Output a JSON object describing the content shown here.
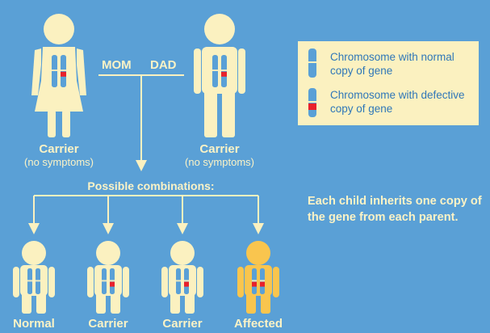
{
  "parents": {
    "link_label_mom": "MOM",
    "link_label_dad": "DAD",
    "mom": {
      "label": "Carrier",
      "sublabel": "(no symptoms)"
    },
    "dad": {
      "label": "Carrier",
      "sublabel": "(no symptoms)"
    }
  },
  "combinations_title": "Possible combinations:",
  "children": [
    {
      "label": "Normal",
      "affected": false,
      "defective_copies": 0
    },
    {
      "label": "Carrier",
      "affected": false,
      "defective_copies": 1
    },
    {
      "label": "Carrier",
      "affected": false,
      "defective_copies": 1
    },
    {
      "label": "Affected",
      "affected": true,
      "defective_copies": 2
    }
  ],
  "legend": {
    "normal": "Chromosome with normal copy of gene",
    "defective": "Chromosome with defective copy of gene"
  },
  "note": "Each child inherits one copy of the gene from each parent.",
  "colors": {
    "background": "#5aa0d6",
    "figure": "#fbf1c0",
    "affected_figure": "#f9c54e",
    "chromosome": "#5aa0d6",
    "defect": "#e8212b",
    "text_light": "#fbf3c6",
    "legend_text": "#2f77b8"
  }
}
